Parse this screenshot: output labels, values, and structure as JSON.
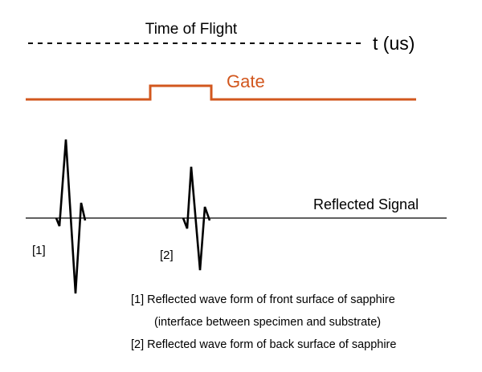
{
  "time_axis": {
    "title": "Time of Flight",
    "unit_label": "t (us)"
  },
  "gate": {
    "label": "Gate",
    "color": "#d2571e"
  },
  "signal": {
    "label": "Reflected Signal",
    "pulses": [
      {
        "marker": "[1]"
      },
      {
        "marker": "[2]"
      }
    ]
  },
  "notes": [
    "[1] Reflected wave form of front surface of sapphire",
    "(interface between specimen and substrate)",
    "[2] Reflected wave form of back surface of sapphire"
  ],
  "colors": {
    "line": "#000000",
    "text": "#000000"
  }
}
